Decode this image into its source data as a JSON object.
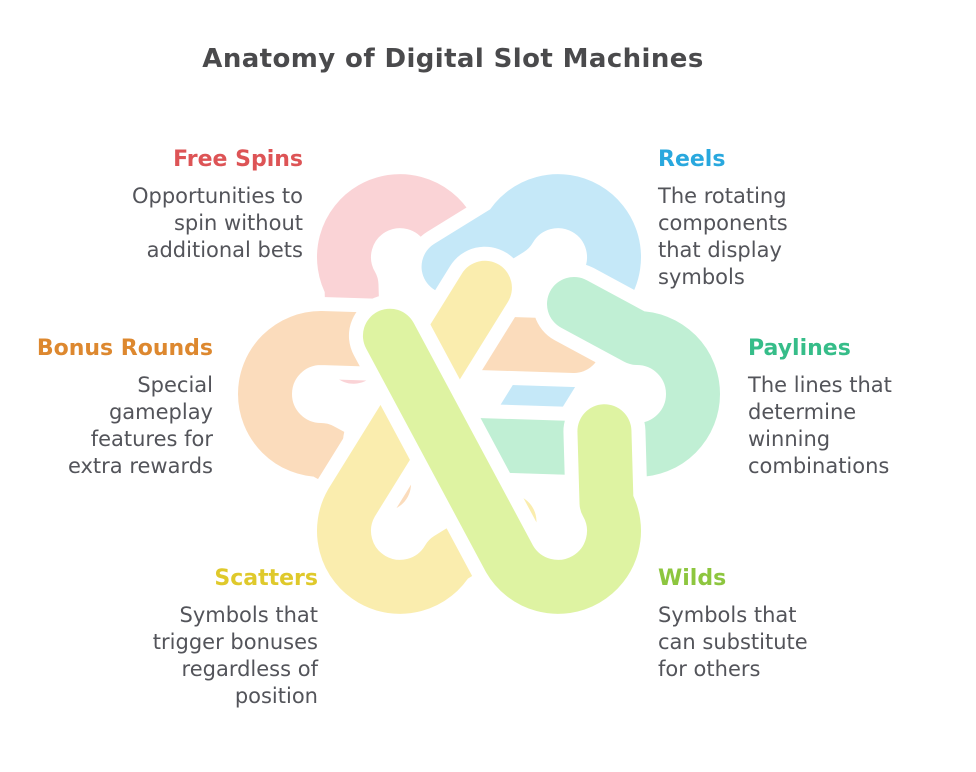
{
  "title": {
    "text": "Anatomy of Digital Slot Machines",
    "color": "#4a4a4c"
  },
  "body_text_color": "#53545a",
  "background_color": "#ffffff",
  "sections": [
    {
      "label": "Free Spins",
      "label_color": "#dd5456",
      "ribbon_color": "#fad3d6",
      "description_lines": [
        "Opportunities to",
        "spin without",
        "additional bets"
      ]
    },
    {
      "label": "Reels",
      "label_color": "#29a8de",
      "ribbon_color": "#c5e8f8",
      "description_lines": [
        "The rotating",
        "components",
        "that display",
        "symbols"
      ]
    },
    {
      "label": "Bonus Rounds",
      "label_color": "#dd882f",
      "ribbon_color": "#fbdcbc",
      "description_lines": [
        "Special",
        "gameplay",
        "features for",
        "extra rewards"
      ]
    },
    {
      "label": "Paylines",
      "label_color": "#36bd89",
      "ribbon_color": "#c0efd4",
      "description_lines": [
        "The lines that",
        "determine",
        "winning",
        "combinations"
      ]
    },
    {
      "label": "Scatters",
      "label_color": "#dfc92b",
      "ribbon_color": "#faedae",
      "description_lines": [
        "Symbols that",
        "trigger bonuses",
        "regardless of",
        "position"
      ]
    },
    {
      "label": "Wilds",
      "label_color": "#8dc63f",
      "ribbon_color": "#def3a2",
      "description_lines": [
        "Symbols that",
        "can substitute",
        "for others"
      ]
    }
  ]
}
